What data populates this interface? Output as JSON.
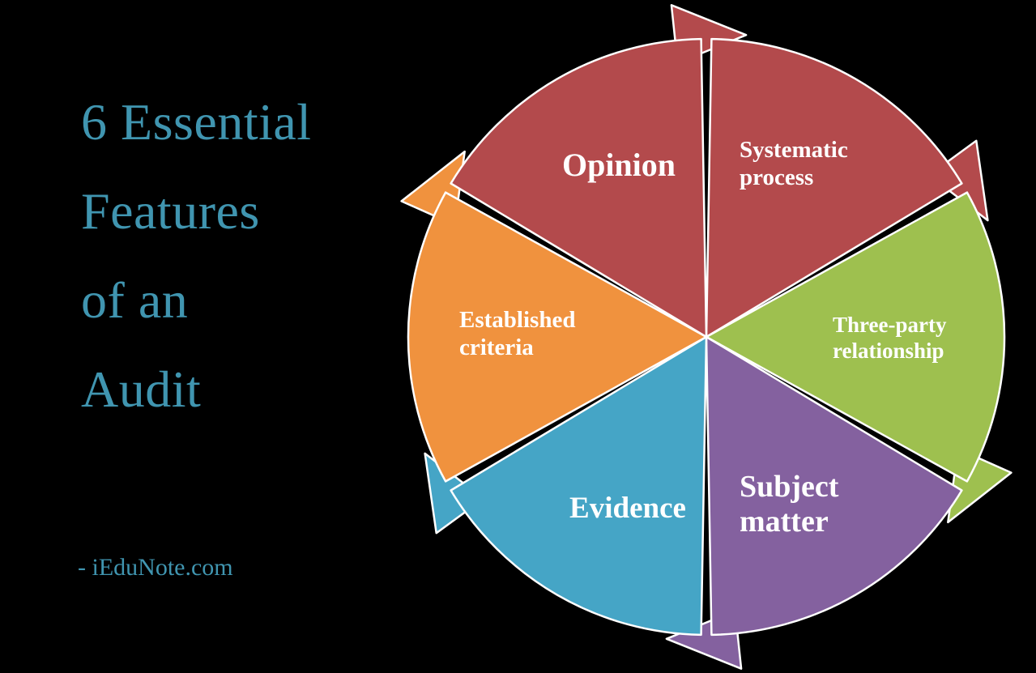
{
  "page": {
    "background_color": "#000000",
    "accent_color": "#4095b0",
    "label_color": "#ffffff"
  },
  "title": {
    "lines": [
      "6 Essential",
      "Features",
      "of an",
      "Audit"
    ]
  },
  "attribution": {
    "text": "- iEduNote.com"
  },
  "wheel": {
    "stroke_color": "#ffffff",
    "segments": [
      {
        "id": "systematic-process",
        "label": "Systematic process",
        "lines": [
          "Systematic",
          "process"
        ],
        "color": "#b34a4c"
      },
      {
        "id": "three-party-relationship",
        "label": "Three-party relationship",
        "lines": [
          "Three-party",
          "relationship"
        ],
        "color": "#9ec04f"
      },
      {
        "id": "subject-matter",
        "label": "Subject matter",
        "lines": [
          "Subject",
          "matter"
        ],
        "color": "#84619f"
      },
      {
        "id": "evidence",
        "label": "Evidence",
        "lines": [
          "Evidence"
        ],
        "color": "#45a5c6"
      },
      {
        "id": "established-criteria",
        "label": "Established criteria",
        "lines": [
          "Established",
          "criteria"
        ],
        "color": "#f0923e"
      },
      {
        "id": "opinion",
        "label": "Opinion",
        "lines": [
          "Opinion"
        ],
        "color": "#b34a4c"
      }
    ]
  }
}
